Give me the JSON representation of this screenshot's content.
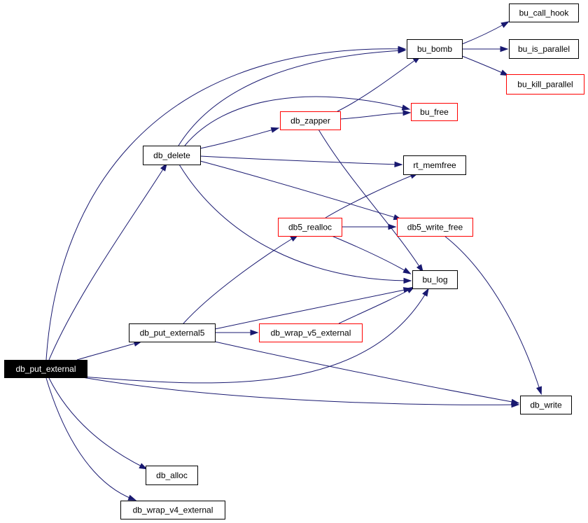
{
  "colors": {
    "edge": "#191970",
    "root_fill": "#000000",
    "root_text": "#ffffff",
    "normal_border": "#000000",
    "documented_border": "#ff0000",
    "node_fill": "#ffffff",
    "node_text": "#000000"
  },
  "nodes": [
    {
      "id": "db_put_external",
      "label": "db_put_external",
      "kind": "root"
    },
    {
      "id": "db_put_external5",
      "label": "db_put_external5",
      "kind": "normal"
    },
    {
      "id": "db_delete",
      "label": "db_delete",
      "kind": "normal"
    },
    {
      "id": "db_alloc",
      "label": "db_alloc",
      "kind": "normal"
    },
    {
      "id": "db_wrap_v4_external",
      "label": "db_wrap_v4_external",
      "kind": "normal"
    },
    {
      "id": "db_zapper",
      "label": "db_zapper",
      "kind": "red"
    },
    {
      "id": "db5_realloc",
      "label": "db5_realloc",
      "kind": "red"
    },
    {
      "id": "db_wrap_v5_external",
      "label": "db_wrap_v5_external",
      "kind": "red"
    },
    {
      "id": "bu_bomb",
      "label": "bu_bomb",
      "kind": "normal"
    },
    {
      "id": "bu_free",
      "label": "bu_free",
      "kind": "red"
    },
    {
      "id": "rt_memfree",
      "label": "rt_memfree",
      "kind": "normal"
    },
    {
      "id": "db5_write_free",
      "label": "db5_write_free",
      "kind": "red"
    },
    {
      "id": "bu_log",
      "label": "bu_log",
      "kind": "normal"
    },
    {
      "id": "db_write",
      "label": "db_write",
      "kind": "normal"
    },
    {
      "id": "bu_call_hook",
      "label": "bu_call_hook",
      "kind": "normal"
    },
    {
      "id": "bu_is_parallel",
      "label": "bu_is_parallel",
      "kind": "normal"
    },
    {
      "id": "bu_kill_parallel",
      "label": "bu_kill_parallel",
      "kind": "red"
    }
  ],
  "edges": [
    {
      "from": "db_put_external",
      "to": "bu_bomb"
    },
    {
      "from": "db_put_external",
      "to": "db_delete"
    },
    {
      "from": "db_put_external",
      "to": "db_put_external5"
    },
    {
      "from": "db_put_external",
      "to": "bu_log"
    },
    {
      "from": "db_put_external",
      "to": "db_write"
    },
    {
      "from": "db_put_external",
      "to": "db_alloc"
    },
    {
      "from": "db_put_external",
      "to": "db_wrap_v4_external"
    },
    {
      "from": "db_delete",
      "to": "bu_bomb"
    },
    {
      "from": "db_delete",
      "to": "bu_free"
    },
    {
      "from": "db_delete",
      "to": "db_zapper"
    },
    {
      "from": "db_delete",
      "to": "rt_memfree"
    },
    {
      "from": "db_delete",
      "to": "db5_write_free"
    },
    {
      "from": "db_delete",
      "to": "bu_log"
    },
    {
      "from": "db_zapper",
      "to": "bu_bomb"
    },
    {
      "from": "db_zapper",
      "to": "bu_free"
    },
    {
      "from": "db_zapper",
      "to": "bu_log"
    },
    {
      "from": "bu_bomb",
      "to": "bu_call_hook"
    },
    {
      "from": "bu_bomb",
      "to": "bu_is_parallel"
    },
    {
      "from": "bu_bomb",
      "to": "bu_kill_parallel"
    },
    {
      "from": "db_put_external5",
      "to": "db5_realloc"
    },
    {
      "from": "db_put_external5",
      "to": "bu_log"
    },
    {
      "from": "db_put_external5",
      "to": "db_wrap_v5_external"
    },
    {
      "from": "db_put_external5",
      "to": "db_write"
    },
    {
      "from": "db5_realloc",
      "to": "rt_memfree"
    },
    {
      "from": "db5_realloc",
      "to": "db5_write_free"
    },
    {
      "from": "db5_realloc",
      "to": "bu_log"
    },
    {
      "from": "db_wrap_v5_external",
      "to": "bu_log"
    },
    {
      "from": "db5_write_free",
      "to": "db_write"
    }
  ]
}
